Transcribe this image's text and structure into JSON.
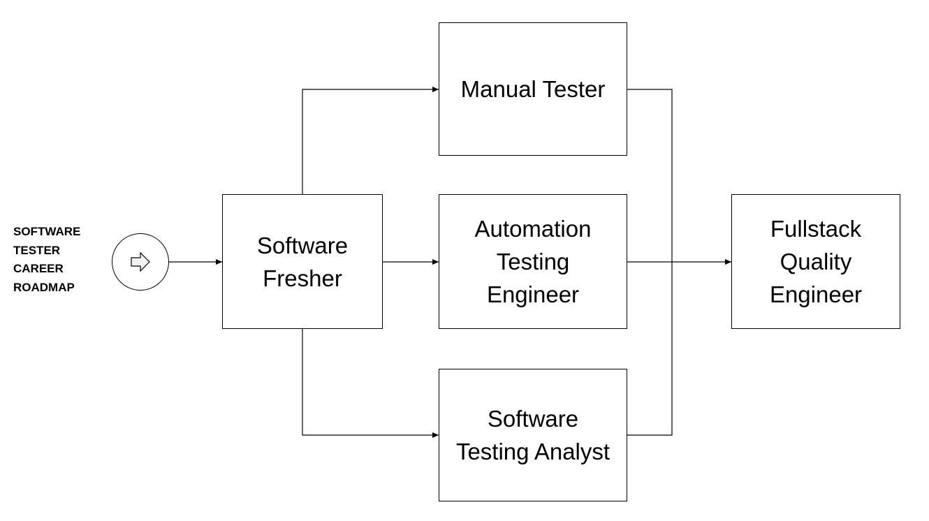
{
  "title_lines": [
    "SOFTWARE",
    "TESTER",
    "CAREER",
    "ROADMAP"
  ],
  "start_icon": "right-arrow-icon",
  "nodes": {
    "fresher": [
      "Software",
      "Fresher"
    ],
    "manual": [
      "Manual Tester"
    ],
    "automation": [
      "Automation",
      "Testing",
      "Engineer"
    ],
    "analyst": [
      "Software",
      "Testing Analyst"
    ],
    "fullstack": [
      "Fullstack",
      "Quality",
      "Engineer"
    ]
  },
  "colors": {
    "stroke": "#000000",
    "fill": "#ffffff",
    "start_icon_fill": "#f2f2f2"
  }
}
